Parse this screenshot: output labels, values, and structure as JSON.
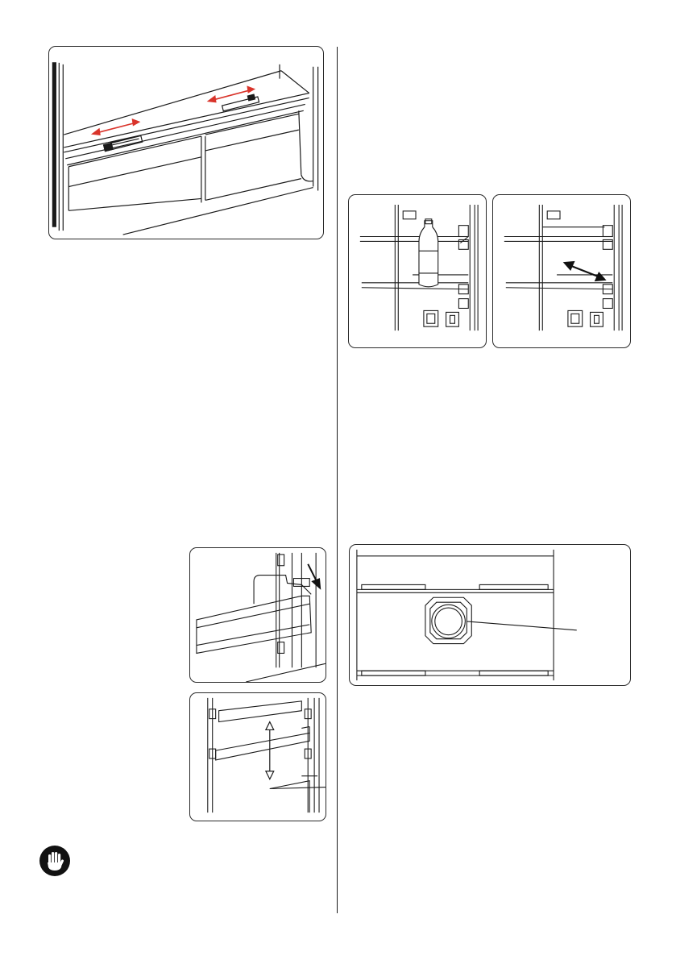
{
  "colors": {
    "line": "#1a1a1a",
    "arrow_red": "#d9342b",
    "frame": "#2a2a2a",
    "icon_fill": "#111111"
  },
  "figures": [
    {
      "id": "crisper-cover-vents",
      "icon": "sliding-vent-illustration"
    },
    {
      "id": "shelf-with-bottle",
      "icon": "glass-shelf-bottle-illustration"
    },
    {
      "id": "shelf-slide",
      "icon": "glass-shelf-slide-illustration"
    },
    {
      "id": "door-balcony-remove",
      "icon": "door-balcony-illustration"
    },
    {
      "id": "door-balcony-height",
      "icon": "door-balcony-adjust-illustration"
    },
    {
      "id": "fan-cover",
      "icon": "fan-grille-illustration"
    }
  ],
  "warning": {
    "icon": "hand-stop-icon"
  }
}
